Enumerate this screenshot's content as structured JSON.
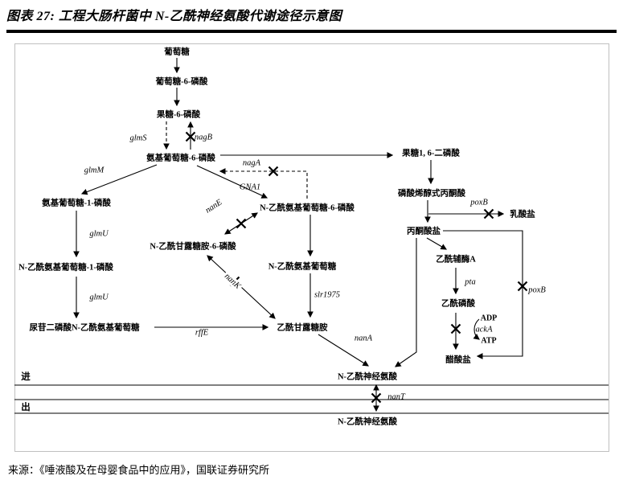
{
  "header": {
    "title": "图表 27: 工程大肠杆菌中 N-乙酰神经氨酸代谢途径示意图"
  },
  "source": "来源：《唾液酸及在母婴食品中的应用》，国联证券研究所",
  "membrane": {
    "in": "进",
    "out": "出"
  },
  "nodes": {
    "glucose": "葡萄糖",
    "g6p": "葡萄糖-6-磷酸",
    "f6p": "果糖-6-磷酸",
    "glcn6p": "氨基葡萄糖-6-磷酸",
    "fbp": "果糖1, 6-二磷酸",
    "glcn1p": "氨基葡萄糖-1-磷酸",
    "glcnac6p": "N-乙酰氨基葡萄糖-6-磷酸",
    "pep": "磷酸烯醇式丙酮酸",
    "lactate": "乳酸盐",
    "pyruvate": "丙酮酸盐",
    "mannac6p": "N-乙酰甘露糖胺-6-磷酸",
    "accoa": "乙酰辅酶A",
    "glcnac": "N-乙酰氨基葡萄糖",
    "glcnac1p": "N-乙酰氨基葡萄糖-1-磷酸",
    "acp": "乙酰磷酸",
    "udpglcnac": "尿苷二磷酸N-乙酰氨基葡萄糖",
    "mannac": "乙酰甘露糖胺",
    "acetate": "醋酸盐",
    "neu5ac_in": "N-乙酰神经氨酸",
    "neu5ac_out": "N-乙酰神经氨酸"
  },
  "enzymes": {
    "glmS": "glmS",
    "nagB": "nagB",
    "glmM": "glmM",
    "nagA": "nagA",
    "gna1": "GNA1",
    "nanE": "nanE",
    "glmU": "glmU",
    "nanK": "nanK",
    "slr1975": "slr1975",
    "rffE": "rffE",
    "nanA": "nanA",
    "poxB": "poxB",
    "pta": "pta",
    "ackA": "ackA",
    "nanT": "nanT"
  },
  "cofactors": {
    "adp": "ADP",
    "atp": "ATP"
  },
  "colors": {
    "ink": "#000000",
    "frame": "#c0c0c0",
    "title_rule": "#000000"
  }
}
